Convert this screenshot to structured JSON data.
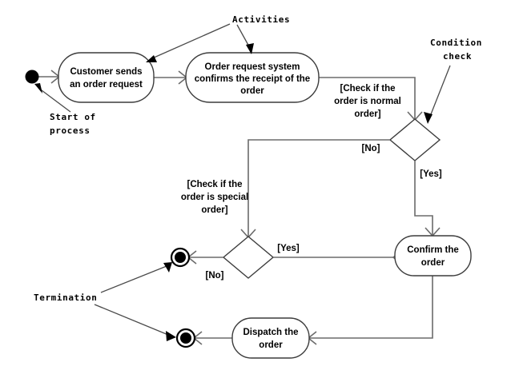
{
  "diagram": {
    "title": "Order Processing Activity Diagram",
    "type": "uml-activity-diagram",
    "background_color": "#ffffff",
    "line_color": "#6b6b6b",
    "shape_stroke_color": "#3c3c3c",
    "text_color": "#000000"
  },
  "nodes": {
    "start": {
      "kind": "initial-node",
      "label": ""
    },
    "customer_sends": {
      "kind": "activity",
      "line1": "Customer sends",
      "line2": "an order request"
    },
    "order_confirm_receipt": {
      "kind": "activity",
      "line1": "Order request system",
      "line2": "confirms the receipt of the",
      "line3": "order"
    },
    "decision_normal": {
      "kind": "decision",
      "label": ""
    },
    "decision_special": {
      "kind": "decision",
      "label": ""
    },
    "confirm_order": {
      "kind": "activity",
      "line1": "Confirm the",
      "line2": "order"
    },
    "dispatch_order": {
      "kind": "activity",
      "line1": "Dispatch the",
      "line2": "order"
    },
    "final_upper": {
      "kind": "final-node",
      "label": ""
    },
    "final_lower": {
      "kind": "final-node",
      "label": ""
    }
  },
  "edge_labels": {
    "guard_normal_l1": "[Check if the",
    "guard_normal_l2": "order is normal",
    "guard_normal_l3": "order]",
    "guard_special_l1": "[Check if the",
    "guard_special_l2": "order is special",
    "guard_special_l3": "order]",
    "normal_no": "[No]",
    "normal_yes": "[Yes]",
    "special_no": "[No]",
    "special_yes": "[Yes]"
  },
  "annotations": {
    "activities": "Activities",
    "condition_check_l1": "Condition",
    "condition_check_l2": "check",
    "start_of_process_l1": "Start of",
    "start_of_process_l2": "process",
    "termination": "Termination"
  }
}
